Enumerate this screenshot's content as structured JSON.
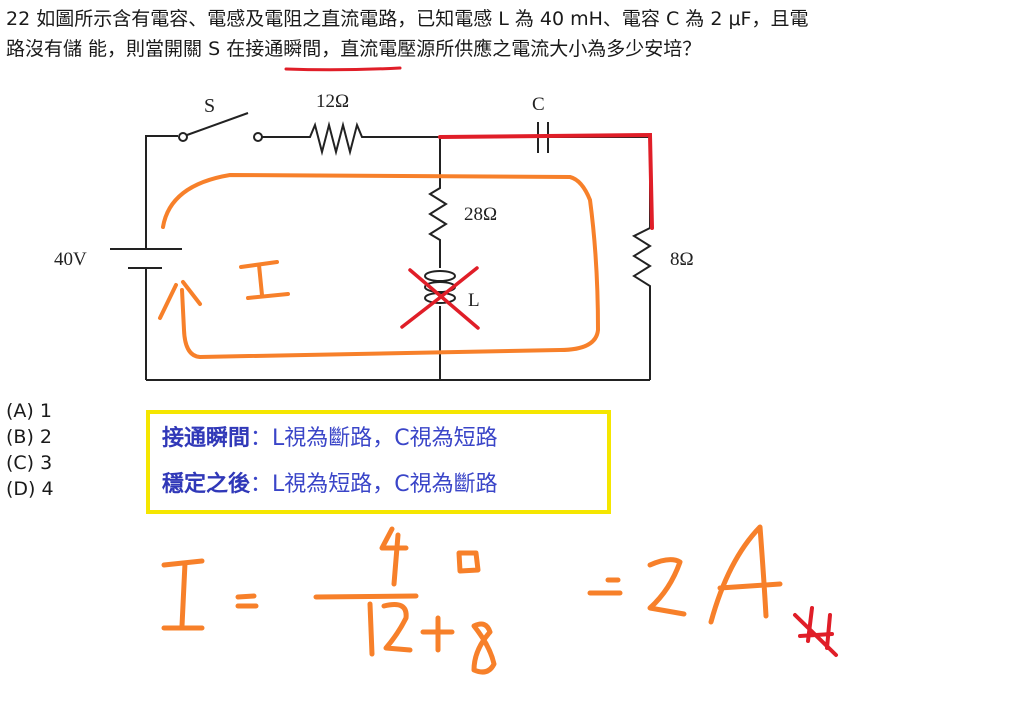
{
  "question": {
    "number": "22",
    "line1": "22 如圖所示含有電容、電感及電阻之直流電路，已知電感 L 為 40 mH、電容 C 為 2 μF，且電",
    "line2_prefix": "路沒有儲 能，則當開關 S ",
    "line2_underlined": "在接通瞬間",
    "line2_suffix": "，直流電壓源所供應之電流大小為多少安培？"
  },
  "circuit": {
    "switch_label": "S",
    "resistor1_label": "12Ω",
    "capacitor_label": "C",
    "resistor2_label": "28Ω",
    "inductor_label": "L",
    "resistor3_label": "8Ω",
    "source_label": "40V",
    "current_label": "I",
    "annotation_colors": {
      "loop": "#f7802a",
      "short_path": "#e01e28",
      "cross": "#e01e28"
    }
  },
  "options": [
    {
      "label": "(A) 1"
    },
    {
      "label": "(B) 2"
    },
    {
      "label": "(C) 3"
    },
    {
      "label": "(D) 4"
    }
  ],
  "note": {
    "line1_lead": "接通瞬間",
    "line1_rest": "：L視為斷路，C視為短路",
    "line2_lead": "穩定之後",
    "line2_rest": "：L視為短路，C視為斷路",
    "border_color": "#f5e600",
    "text_color": "#3a45c8"
  },
  "formula": {
    "lhs": "I",
    "eq1": "=",
    "numerator": "40",
    "denominator": "12+8",
    "eq2": "=",
    "result": "2A",
    "mark": "#",
    "color": "#f7802a",
    "mark_color": "#e01e28"
  }
}
